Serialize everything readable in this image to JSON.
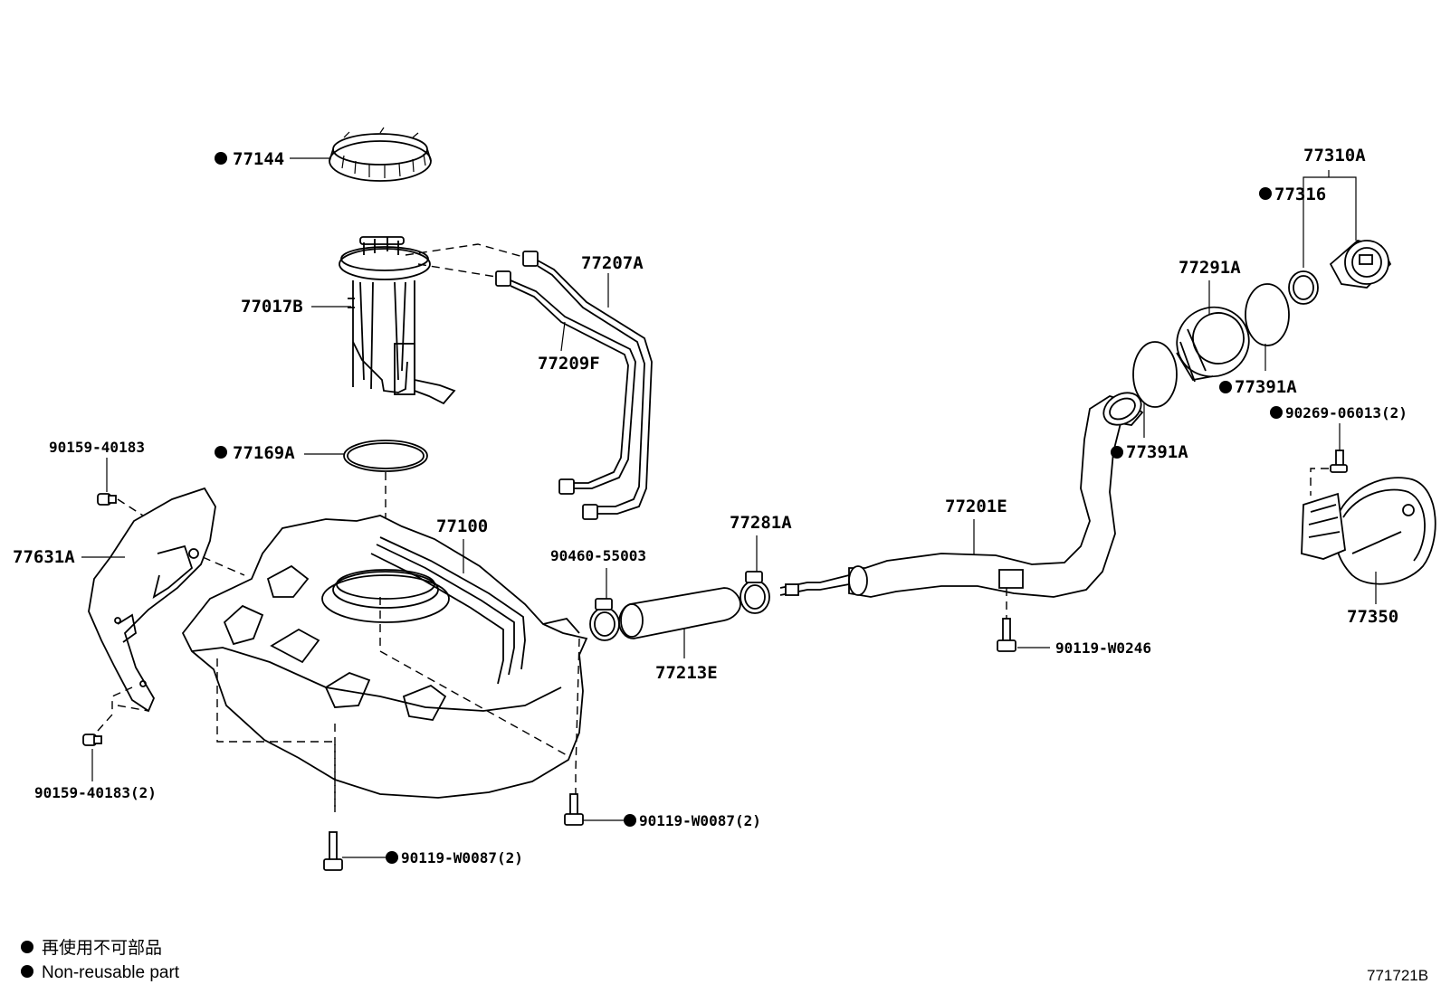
{
  "parts": {
    "p77144": "77144",
    "p77017B": "77017B",
    "p77207A": "77207A",
    "p77209F": "77209F",
    "p77169A": "77169A",
    "p90159_40183": "90159-40183",
    "p77631A": "77631A",
    "p90159_40183_2": "90159-40183(2)",
    "p77100": "77100",
    "p90460_55003": "90460-55003",
    "p77281A": "77281A",
    "p77213E": "77213E",
    "p77201E": "77201E",
    "p90119_W0246": "90119-W0246",
    "p90119_W0087_2a": "90119-W0087(2)",
    "p90119_W0087_2b": "90119-W0087(2)",
    "p77291A": "77291A",
    "p77391A_a": "77391A",
    "p77391A_b": "77391A",
    "p77310A": "77310A",
    "p77316": "77316",
    "p90269_06013_2": "90269-06013(2)",
    "p77350": "77350"
  },
  "legend": {
    "japanese": "再使用不可部品",
    "english": "Non-reusable part"
  },
  "reference": "771721B"
}
